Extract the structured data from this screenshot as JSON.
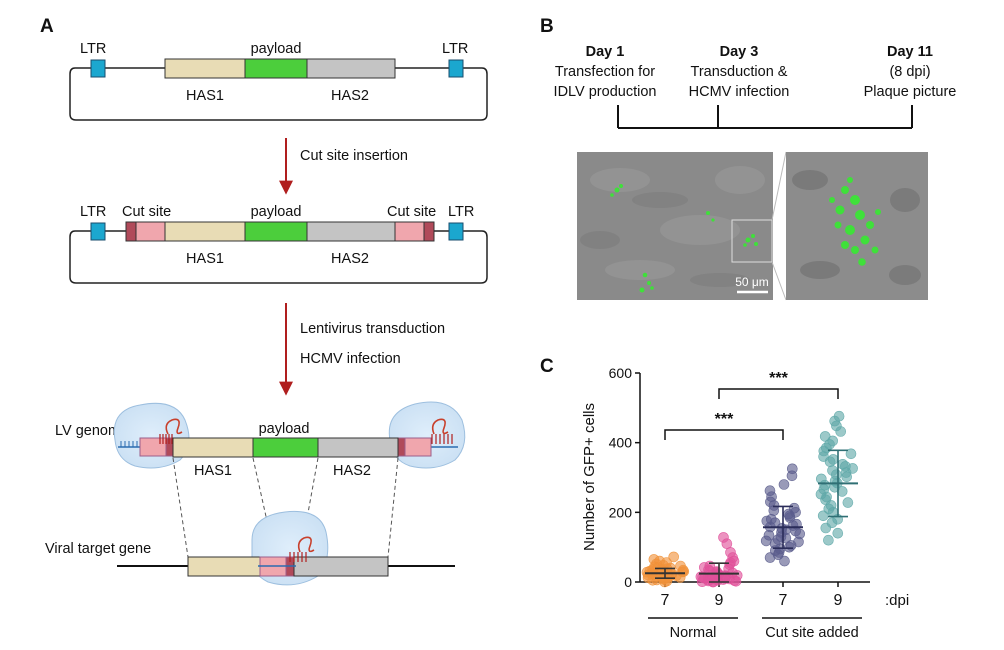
{
  "panels": {
    "a": "A",
    "b": "B",
    "c": "C"
  },
  "panel_a": {
    "construct1": {
      "ltr_left": "LTR",
      "ltr_right": "LTR",
      "payload": "payload",
      "has1": "HAS1",
      "has2": "HAS2"
    },
    "step1": "Cut site insertion",
    "construct2": {
      "ltr_left": "LTR",
      "ltr_right": "LTR",
      "cut_left": "Cut site",
      "cut_right": "Cut site",
      "payload": "payload",
      "has1": "HAS1",
      "has2": "HAS2"
    },
    "step2_line1": "Lentivirus transduction",
    "step2_line2": "HCMV infection",
    "lv_genome": {
      "label": "LV genome",
      "payload": "payload",
      "has1": "HAS1",
      "has2": "HAS2"
    },
    "viral_target": "Viral target gene"
  },
  "panel_b": {
    "timeline": [
      {
        "day": "Day 1",
        "line1": "Transfection for",
        "line2": "IDLV production"
      },
      {
        "day": "Day 3",
        "line1": "Transduction &",
        "line2": "HCMV infection"
      },
      {
        "day": "Day 11",
        "line1": "(8 dpi)",
        "line2": "Plaque picture"
      }
    ],
    "scale_bar": "50 μm"
  },
  "colors": {
    "ltr": "#1ba7cf",
    "has1": "#e8dcb5",
    "payload": "#4cce3c",
    "has2": "#c4c4c4",
    "cut_site": "#f0a6ad",
    "cut_site_dark": "#b04a5a",
    "arrow": "#b01e1e",
    "normal_7": "#f0923a",
    "normal_9": "#e0509a",
    "cut_7": "#5a5c8c",
    "cut_9": "#5fa8a8"
  },
  "chart_data": {
    "type": "scatter",
    "ylabel": "Number of GFP+ cells",
    "ylim": [
      0,
      600
    ],
    "yticks": [
      0,
      200,
      400,
      600
    ],
    "x_unit_label": ":dpi",
    "groups": [
      {
        "name": "Normal",
        "categories": [
          "7",
          "9"
        ]
      },
      {
        "name": "Cut site added",
        "categories": [
          "7",
          "9"
        ]
      }
    ],
    "series": [
      {
        "category": "7",
        "group": "Normal",
        "mean": 25,
        "sd": 14,
        "values": [
          0,
          3,
          5,
          6,
          8,
          10,
          12,
          13,
          14,
          15,
          16,
          18,
          19,
          20,
          21,
          22,
          23,
          24,
          25,
          26,
          27,
          28,
          29,
          30,
          31,
          32,
          34,
          35,
          36,
          38,
          40,
          42,
          44,
          46,
          48,
          52,
          56,
          60,
          65,
          72
        ]
      },
      {
        "category": "9",
        "group": "Normal",
        "mean": 24,
        "sd": 30,
        "values": [
          0,
          0,
          1,
          2,
          3,
          4,
          5,
          6,
          7,
          8,
          9,
          10,
          11,
          12,
          13,
          14,
          15,
          16,
          17,
          18,
          19,
          20,
          21,
          22,
          24,
          26,
          28,
          30,
          32,
          35,
          38,
          42,
          46,
          50,
          55,
          60,
          70,
          85,
          110,
          128
        ]
      },
      {
        "category": "7",
        "group": "Cut site added",
        "mean": 157,
        "sd": 60,
        "values": [
          60,
          70,
          78,
          85,
          90,
          95,
          100,
          105,
          110,
          115,
          118,
          122,
          126,
          130,
          134,
          138,
          142,
          146,
          150,
          154,
          158,
          162,
          166,
          170,
          175,
          180,
          185,
          190,
          195,
          200,
          205,
          212,
          220,
          230,
          245,
          262,
          280,
          305,
          325
        ]
      },
      {
        "category": "9",
        "group": "Cut site added",
        "mean": 283,
        "sd": 95,
        "values": [
          120,
          140,
          155,
          170,
          180,
          190,
          200,
          210,
          220,
          228,
          236,
          244,
          252,
          260,
          266,
          272,
          278,
          284,
          290,
          296,
          302,
          308,
          314,
          320,
          326,
          332,
          338,
          345,
          352,
          360,
          368,
          376,
          385,
          395,
          405,
          418,
          432,
          448,
          462,
          476
        ]
      }
    ],
    "significance": [
      {
        "from": 0,
        "to": 2,
        "label": "***"
      },
      {
        "from": 1,
        "to": 3,
        "label": "***"
      }
    ]
  }
}
